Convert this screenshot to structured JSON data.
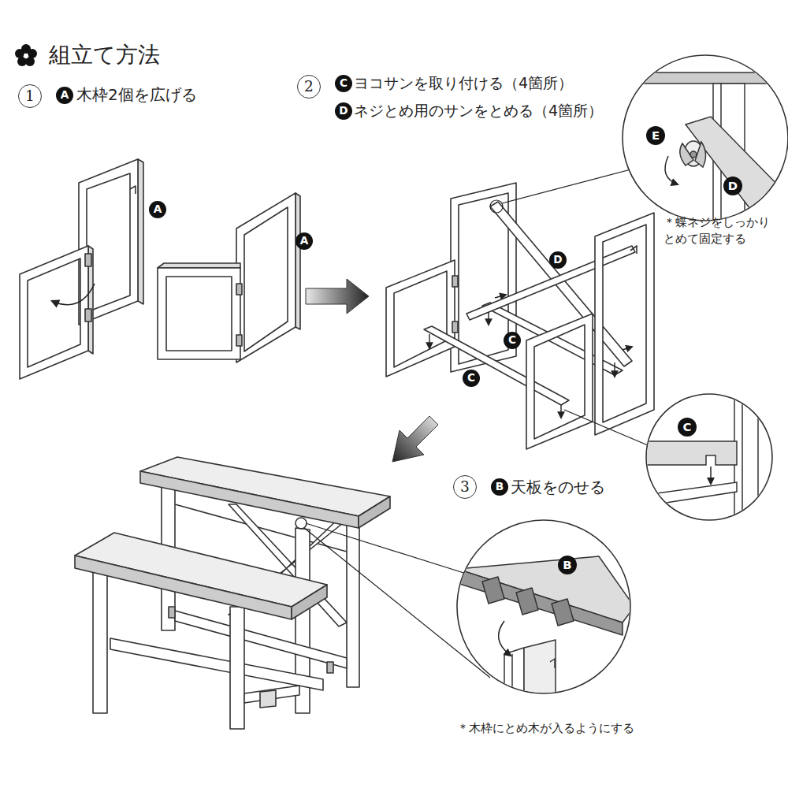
{
  "diagram": {
    "title": "組立て方法",
    "labels": [
      "1",
      "A",
      "木枠2個を広げる",
      "2",
      "C",
      "ヨコサンを取り付ける（4箇所）",
      "D",
      "ネジとめ用のサンをとめる（4箇所）",
      "E",
      "D",
      "＊蝶ネジをしっかり とめて固定する",
      "A",
      "A",
      "D",
      "C",
      "C",
      "C",
      "3",
      "B",
      "天板をのせる",
      "B",
      "＊木枠にとめ木が入るようにする"
    ]
  }
}
